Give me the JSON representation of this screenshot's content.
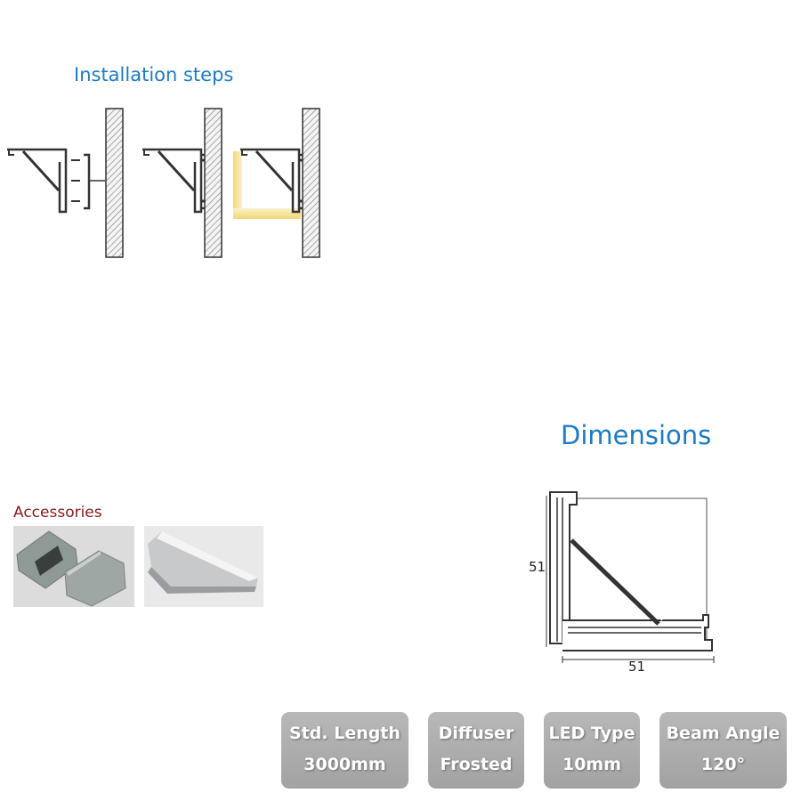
{
  "installation": {
    "title": "Installation steps"
  },
  "dimensions": {
    "title": "Dimensions",
    "height_label": "51",
    "width_label": "51"
  },
  "accessories": {
    "title": "Accessories"
  },
  "specs": [
    {
      "label": "Std. Length",
      "value": "3000mm"
    },
    {
      "label": "Diffuser",
      "value": "Frosted"
    },
    {
      "label": "LED Type",
      "value": "10mm"
    },
    {
      "label": "Beam Angle",
      "value": "120°"
    }
  ],
  "colors": {
    "heading": "#1a7cc6",
    "accessories": "#8a1a1a",
    "badge": "#adadad",
    "glow": "#f7e39a"
  }
}
